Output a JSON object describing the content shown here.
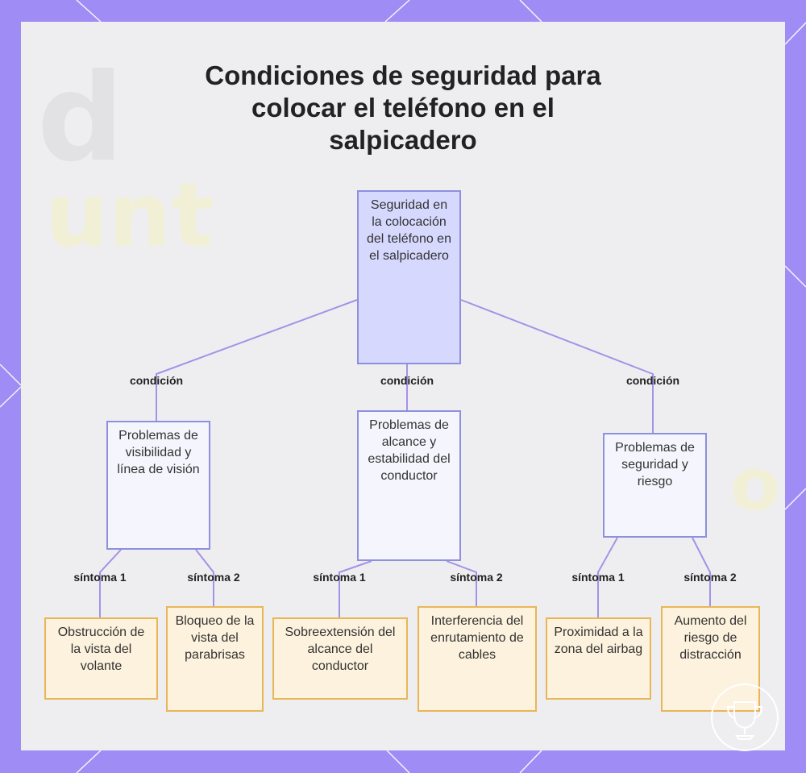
{
  "title": "Condiciones de seguridad para colocar el teléfono en el salpicadero",
  "root": {
    "label": "Seguridad en la colocación del teléfono en el salpicadero"
  },
  "conditions": [
    {
      "edge_label": "condición",
      "label": "Problemas de visibilidad y línea de visión",
      "symptoms": [
        {
          "edge_label": "síntoma 1",
          "label": "Obstrucción de la vista del volante"
        },
        {
          "edge_label": "síntoma 2",
          "label": "Bloqueo de la vista del parabrisas"
        }
      ]
    },
    {
      "edge_label": "condición",
      "label": "Problemas de alcance y estabilidad del conductor",
      "symptoms": [
        {
          "edge_label": "síntoma 1",
          "label": "Sobreextensión del alcance del conductor"
        },
        {
          "edge_label": "síntoma 2",
          "label": "Interferencia del enrutamiento de cables"
        }
      ]
    },
    {
      "edge_label": "condición",
      "label": "Problemas de seguridad y riesgo",
      "symptoms": [
        {
          "edge_label": "síntoma 1",
          "label": "Proximidad a la zona del airbag"
        },
        {
          "edge_label": "síntoma 2",
          "label": "Aumento del riesgo de distracción"
        }
      ]
    }
  ],
  "colors": {
    "frame": "#a08cf5",
    "panel": "#eeeef1",
    "root_fill": "#d6d8fd",
    "condition_fill": "#f5f6fd",
    "node_border": "#8c90dd",
    "symptom_fill": "#fdf2dd",
    "symptom_border": "#e8b658",
    "edge": "#a592e6"
  },
  "watermark_icon": "trophy-icon"
}
